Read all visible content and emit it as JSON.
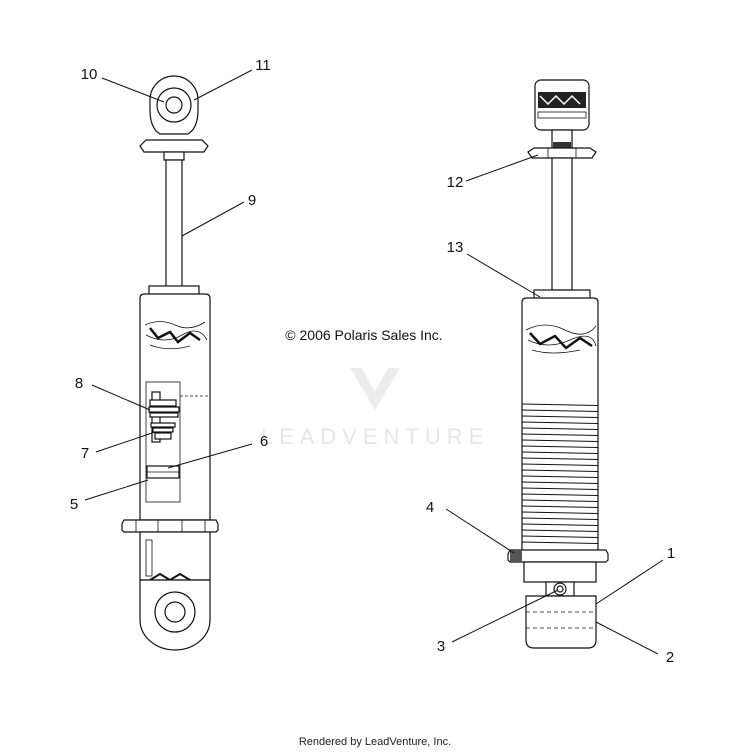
{
  "watermark": {
    "brand": "LEADVENTURE"
  },
  "copyright": "© 2006 Polaris Sales Inc.",
  "footer": "Rendered by LeadVenture, Inc.",
  "callouts": {
    "c1": "1",
    "c2": "2",
    "c3": "3",
    "c4": "4",
    "c5": "5",
    "c6": "6",
    "c7": "7",
    "c8": "8",
    "c9": "9",
    "c10": "10",
    "c11": "11",
    "c12": "12",
    "c13": "13"
  }
}
